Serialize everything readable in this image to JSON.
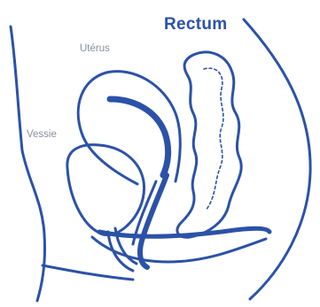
{
  "labels": {
    "rectum": "Rectum",
    "uterus": "Utérus",
    "vessie": "Vessie"
  },
  "colors": {
    "outline": "#2b52a8",
    "label_strong": "#2b52a8",
    "label_muted": "#8a8f99",
    "background": "#ffffff"
  }
}
